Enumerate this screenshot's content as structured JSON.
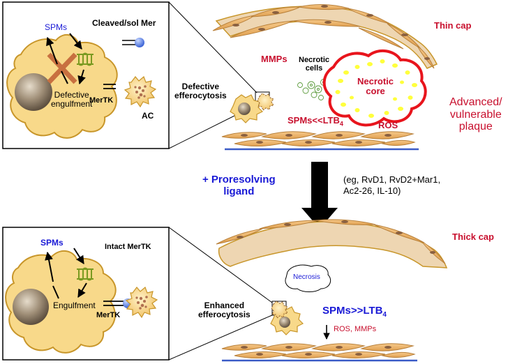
{
  "colors": {
    "cell_fill": "#f8d98a",
    "cell_stroke": "#c8962a",
    "cap_fill": "#eed6b2",
    "necrotic_core_stroke": "#e8141c",
    "necrotic_core_dots": "#ffff3c",
    "label_red": "#c8102e",
    "label_blue": "#1a1ad6",
    "membrane_line": "#3a5bc7",
    "receptor_green": "#7a9a20"
  },
  "top_inset": {
    "spms": "SPMs",
    "cleaved_sol_mer": "Cleaved/sol Mer",
    "defective_engulfment": "Defective\nengulfment",
    "mertk": "MerTK",
    "ac": "AC"
  },
  "top_plaque": {
    "thin_cap": "Thin cap",
    "mmps": "MMPs",
    "necrotic_cells": "Necrotic\ncells",
    "necrotic_core": "Necrotic\ncore",
    "defective_efferocytosis": "Defective\nefferocytosis",
    "spms_ltb4_base": "SPMs<<LTB",
    "spms_ltb4_sub": "4",
    "ros": "ROS",
    "plaque_status": "Advanced/\nvulnerable\nplaque"
  },
  "middle": {
    "proresolving_ligand": "+ Proresolving\nligand",
    "examples": "(eg, RvD1, RvD2+Mar1,\nAc2-26, IL-10)"
  },
  "bottom_inset": {
    "spms": "SPMs",
    "intact_mertk": "Intact MerTK",
    "engulfment": "Engulfment",
    "mertk": "MerTK"
  },
  "bottom_plaque": {
    "thick_cap": "Thick cap",
    "necrosis": "Necrosis",
    "enhanced_efferocytosis": "Enhanced\nefferocytosis",
    "spms_ltb4_base": "SPMs>>LTB",
    "spms_ltb4_sub": "4",
    "ros_mmps": "ROS, MMPs"
  }
}
